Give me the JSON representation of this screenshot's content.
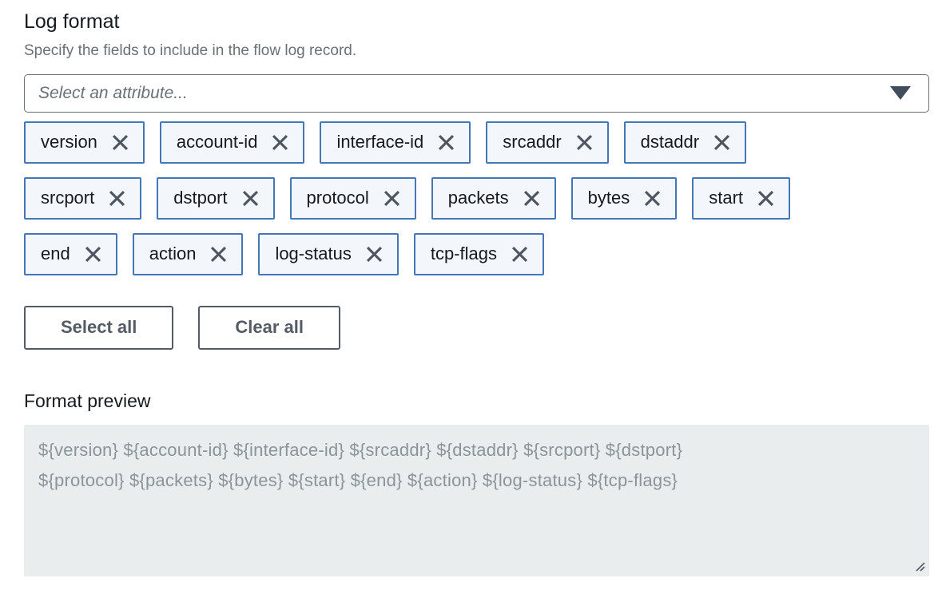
{
  "log_format": {
    "title": "Log format",
    "description": "Specify the fields to include in the flow log record.",
    "attribute_select": {
      "placeholder": "Select an attribute..."
    },
    "attribute_rows": [
      [
        "version",
        "account-id",
        "interface-id",
        "srcaddr",
        "dstaddr"
      ],
      [
        "srcport",
        "dstport",
        "protocol",
        "packets",
        "bytes",
        "start"
      ],
      [
        "end",
        "action",
        "log-status",
        "tcp-flags"
      ]
    ],
    "select_all_label": "Select all",
    "clear_all_label": "Clear all"
  },
  "format_preview": {
    "label": "Format preview",
    "lines": [
      "${version} ${account-id} ${interface-id} ${srcaddr} ${dstaddr} ${srcport} ${dstport}",
      "${protocol} ${packets} ${bytes} ${start} ${end} ${action} ${log-status} ${tcp-flags}"
    ]
  },
  "colors": {
    "chip_border": "#4477b8",
    "chip_background": "#f3f7fc",
    "primary_text": "#16191f",
    "muted_text": "#687078",
    "button_border_text": "#545b64",
    "icon_dark": "#4c5560",
    "preview_background": "#eaeded",
    "preview_text": "#8a9499"
  }
}
